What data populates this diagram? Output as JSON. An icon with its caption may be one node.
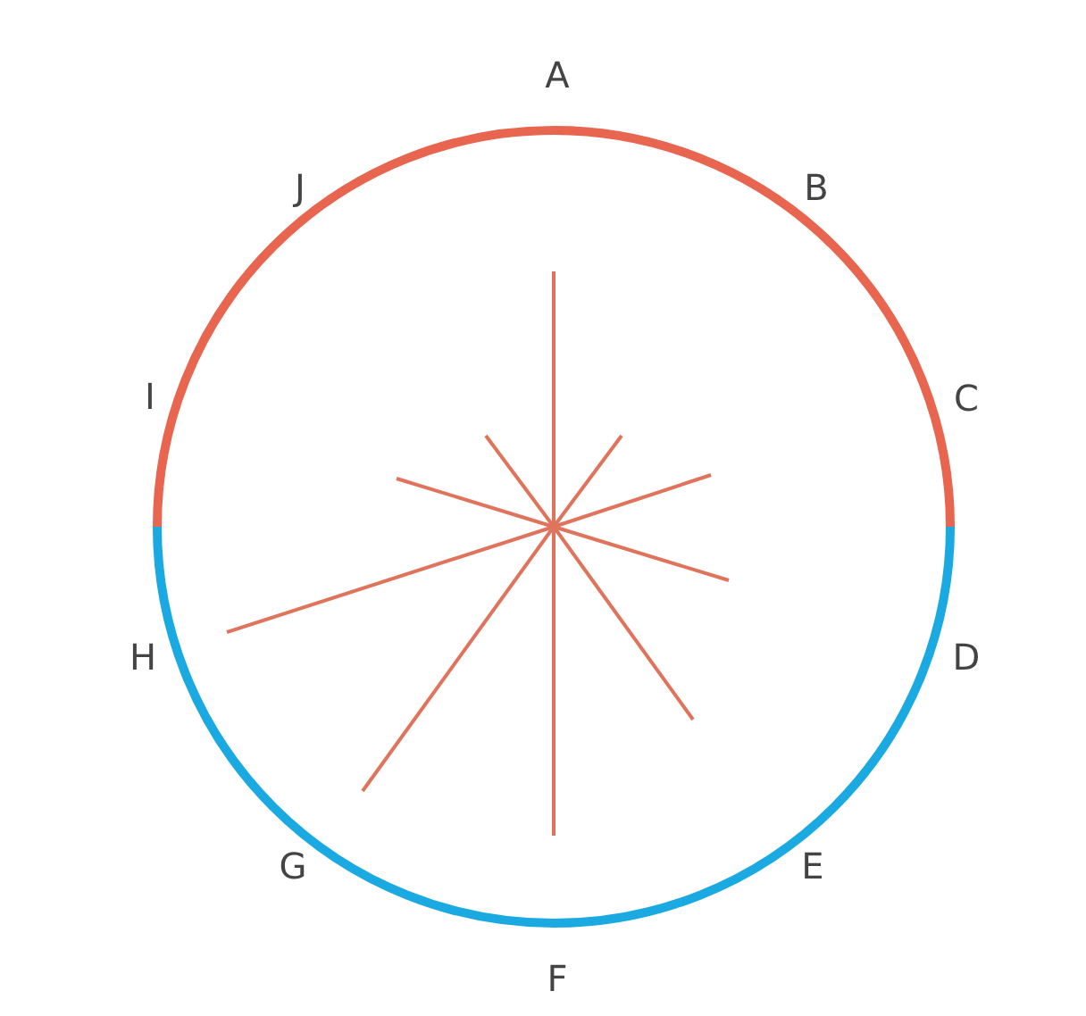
{
  "diagram": {
    "labels": [
      "A",
      "B",
      "C",
      "D",
      "E",
      "F",
      "G",
      "H",
      "I",
      "J"
    ]
  }
}
